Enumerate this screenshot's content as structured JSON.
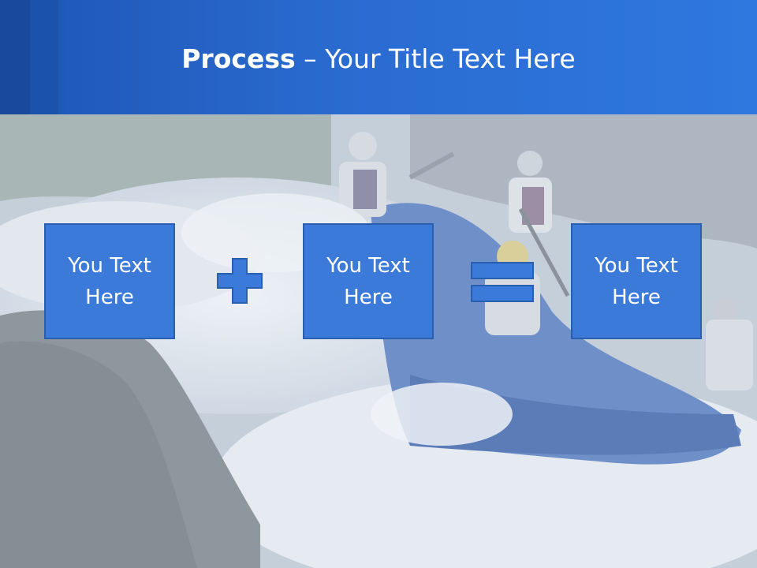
{
  "header": {
    "title_bold": "Process",
    "title_rest": " – Your Title Text Here",
    "color": "#2a6bd0"
  },
  "background": {
    "image": "whitewater-rafting-photo"
  },
  "process": {
    "boxes": [
      {
        "text": "You Text\nHere"
      },
      {
        "text": "You Text\nHere"
      },
      {
        "text": "You Text\nHere"
      }
    ],
    "operators": [
      "plus-icon",
      "equals-icon"
    ],
    "box_color": "#3b7ad8"
  }
}
